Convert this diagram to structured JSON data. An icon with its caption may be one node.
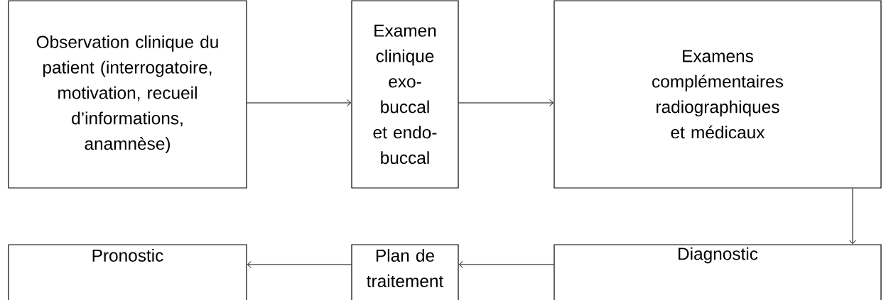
{
  "diagram": {
    "nodes": [
      {
        "text": [
          "Observation clinique du patient (interrogatoire, motivation, recueil d’informations, anamnèse)"
        ]
      },
      {
        "text": [
          "Examen clinique exo-buccal et endo-buccal"
        ]
      },
      {
        "text": [
          "Examens complémentaires radiographiques et médicaux"
        ]
      },
      {
        "text": [
          "Pronostic"
        ]
      },
      {
        "text": [
          "Plan de traitement"
        ]
      },
      {
        "text": [
          "Diagnostic"
        ]
      }
    ],
    "edges": [
      {
        "from": 0,
        "to": 1,
        "arrow": "to"
      },
      {
        "from": 1,
        "to": 2,
        "arrow": "to"
      },
      {
        "from": 2,
        "to": 5,
        "arrow": "to"
      },
      {
        "from": 5,
        "to": 4,
        "arrow": "to"
      },
      {
        "from": 4,
        "to": 3,
        "arrow": "to"
      }
    ]
  }
}
